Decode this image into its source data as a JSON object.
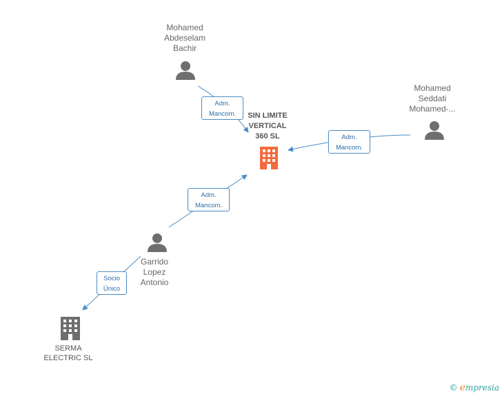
{
  "nodes": {
    "mohamed_abdeselam": {
      "label": "Mohamed\nAbdeselam\nBachir",
      "icon": "person-icon"
    },
    "mohamed_seddati": {
      "label": "Mohamed\nSeddati\nMohamed-...",
      "icon": "person-icon"
    },
    "sin_limite": {
      "label": "SIN LIMITE\nVERTICAL\n360 SL",
      "icon": "building-icon"
    },
    "garrido": {
      "label": "Garrido\nLopez\nAntonio",
      "icon": "person-icon"
    },
    "serma": {
      "label": "SERMA\nELECTRIC SL",
      "icon": "building-icon"
    }
  },
  "edges": {
    "abdeselam_to_sinlimite": {
      "line1": "Adm.",
      "line2": "Mancom."
    },
    "seddati_to_sinlimite": {
      "line1": "Adm.",
      "line2": "Mancom."
    },
    "garrido_to_sinlimite": {
      "line1": "Adm.",
      "line2": "Mancom."
    },
    "garrido_to_serma": {
      "line1": "Socio",
      "line2": "Único"
    }
  },
  "footer": {
    "copyright": "©",
    "brand_e": "e",
    "brand_rest": "mpresia"
  },
  "colors": {
    "person": "#6e6e6e",
    "company_main": "#f26a3d",
    "company_other": "#6e6e6e",
    "edge": "#4a8ac4"
  }
}
